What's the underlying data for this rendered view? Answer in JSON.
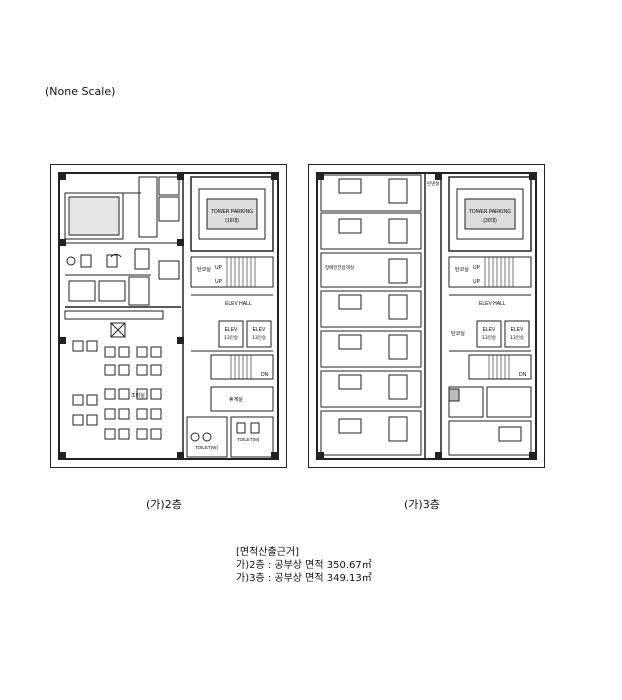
{
  "scale_note": "(None Scale)",
  "floor2": {
    "caption": "(가)2층",
    "rooms": {
      "tower_parking": "TOWER PARKING",
      "tower_parking_sub": "(16대)",
      "elev_hall": "ELEV HALL",
      "elev1": "ELEV",
      "elev1_sub": "13인승",
      "elev2": "ELEV",
      "elev2_sub": "13인승",
      "up1": "UP",
      "up2": "UP",
      "dn": "DN",
      "stair_room": "탄코실",
      "mech_room": "휴게실",
      "toilet_m": "TOILET(M)",
      "toilet_w": "TOILET(W)",
      "kitchen": "조리실"
    }
  },
  "floor3": {
    "caption": "(가)3층",
    "rooms": {
      "tower_parking": "TOWER PARKING",
      "tower_parking_sub": "(30대)",
      "elev_hall": "ELEV HALL",
      "elev1": "ELEV",
      "elev1_sub": "13인승",
      "elev2": "ELEV",
      "elev2_sub": "13인승",
      "up1": "UP",
      "up2": "UP",
      "dn": "DN",
      "stair_room": "탄코실",
      "stair_room2": "탄코실",
      "linen": "린넨실",
      "disabled_room": "장애인전용객실"
    }
  },
  "area_calc": {
    "heading": "[면적산출근거]",
    "line1": "가)2층 : 공부상 면적 350.67㎡",
    "line2": "가)3층 : 공부상 면적 349.13㎡"
  }
}
